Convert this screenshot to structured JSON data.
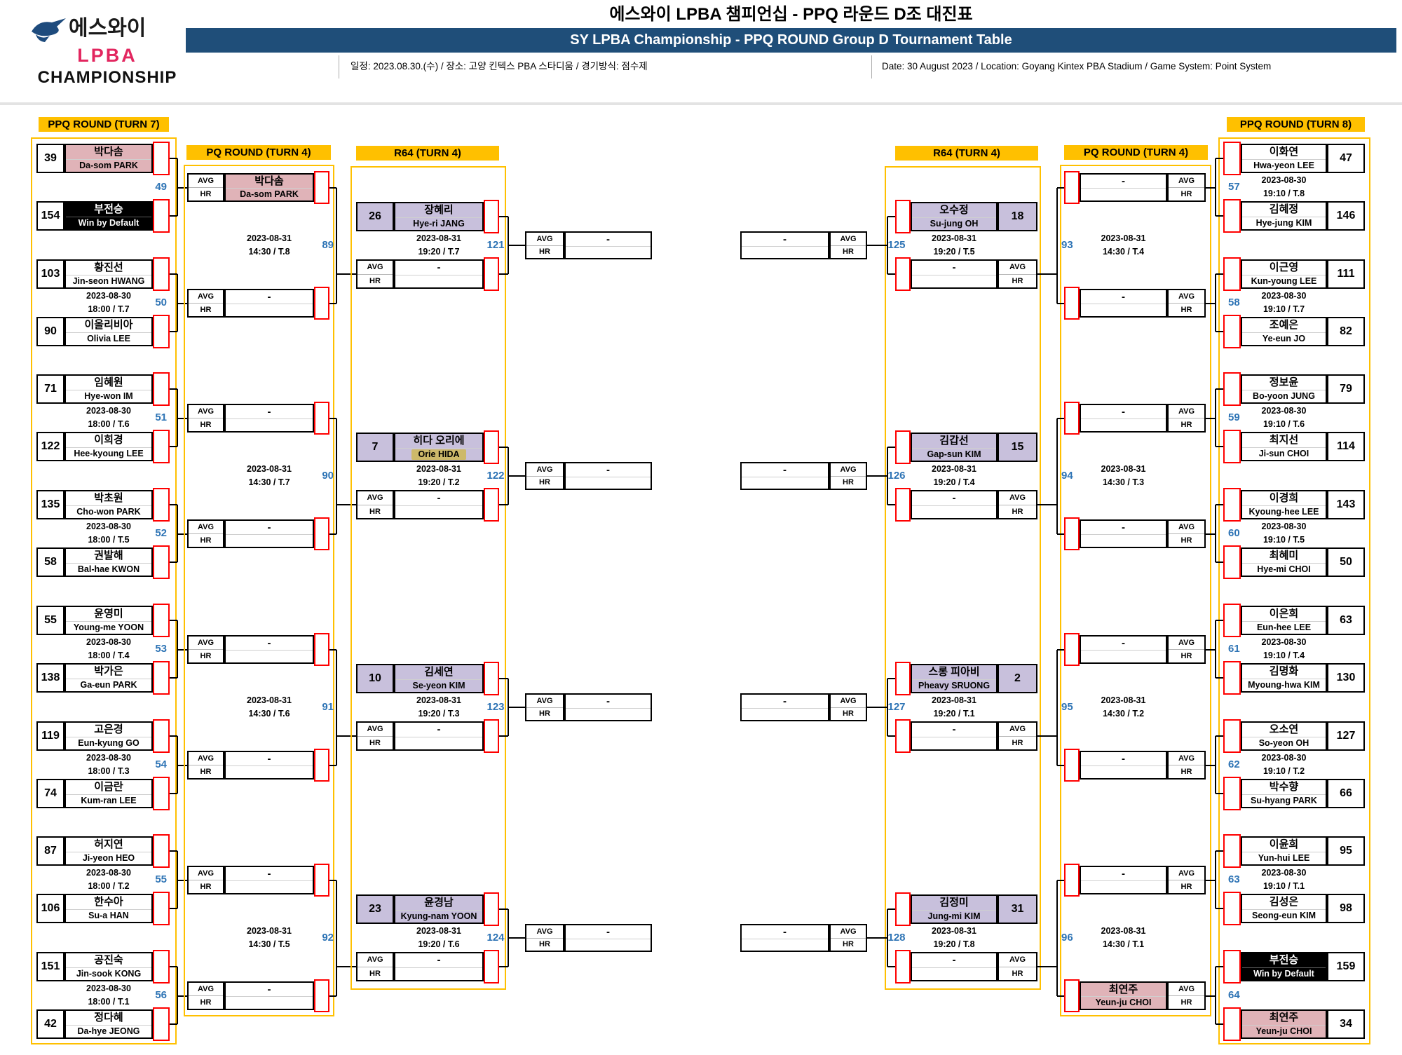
{
  "header": {
    "logo": {
      "line1": "에스와이",
      "line2": "LPBA",
      "line3": "CHAMPIONSHIP"
    },
    "title_kr": "에스와이 LPBA 챔피언십 - PPQ 라운드 D조 대진표",
    "title_en": "SY LPBA Championship - PPQ ROUND Group D Tournament Table",
    "info_kr": "일정: 2023.08.30.(수) / 장소: 고양 킨텍스 PBA 스타디움 / 경기방식: 점수제",
    "info_en": "Date: 30 August 2023 / Location: Goyang Kintex PBA Stadium / Game System: Point System"
  },
  "labels": {
    "avg": "AVG",
    "hr": "HR",
    "dash": "-"
  },
  "colors": {
    "accent_orange": "#FFC000",
    "header_bar_blue": "#1F4E79",
    "match_number_blue": "#2E74B5",
    "advanced_pink": "#e0b3b8",
    "seed_purple": "#c8c0dc",
    "highlight_tan": "#cdb96a",
    "score_box_red": "#FF0000",
    "lpba_crimson": "#e2265f"
  },
  "columns": {
    "ppq_left": {
      "title": "PPQ ROUND (TURN 7)",
      "matches": [
        {
          "no": "49",
          "date": "",
          "time": "",
          "p1": {
            "num": "39",
            "kr": "박다솜",
            "en": "Da-som PARK",
            "fill": "pink"
          },
          "p2": {
            "num": "154",
            "kr": "부전승",
            "en": "Win by Default",
            "fill": "black"
          }
        },
        {
          "no": "50",
          "date": "2023-08-30",
          "time": "18:00 / T.7",
          "p1": {
            "num": "103",
            "kr": "황진선",
            "en": "Jin-seon HWANG"
          },
          "p2": {
            "num": "90",
            "kr": "이올리비아",
            "en": "Olivia LEE"
          }
        },
        {
          "no": "51",
          "date": "2023-08-30",
          "time": "18:00 / T.6",
          "p1": {
            "num": "71",
            "kr": "임혜원",
            "en": "Hye-won IM"
          },
          "p2": {
            "num": "122",
            "kr": "이희경",
            "en": "Hee-kyoung LEE"
          }
        },
        {
          "no": "52",
          "date": "2023-08-30",
          "time": "18:00 / T.5",
          "p1": {
            "num": "135",
            "kr": "박초원",
            "en": "Cho-won PARK"
          },
          "p2": {
            "num": "58",
            "kr": "권발해",
            "en": "Bal-hae KWON"
          }
        },
        {
          "no": "53",
          "date": "2023-08-30",
          "time": "18:00 / T.4",
          "p1": {
            "num": "55",
            "kr": "윤영미",
            "en": "Young-me YOON"
          },
          "p2": {
            "num": "138",
            "kr": "박가은",
            "en": "Ga-eun PARK"
          }
        },
        {
          "no": "54",
          "date": "2023-08-30",
          "time": "18:00 / T.3",
          "p1": {
            "num": "119",
            "kr": "고은경",
            "en": "Eun-kyung GO"
          },
          "p2": {
            "num": "74",
            "kr": "이금란",
            "en": "Kum-ran LEE"
          }
        },
        {
          "no": "55",
          "date": "2023-08-30",
          "time": "18:00 / T.2",
          "p1": {
            "num": "87",
            "kr": "허지연",
            "en": "Ji-yeon HEO"
          },
          "p2": {
            "num": "106",
            "kr": "한수아",
            "en": "Su-a HAN"
          }
        },
        {
          "no": "56",
          "date": "2023-08-30",
          "time": "18:00 / T.1",
          "p1": {
            "num": "151",
            "kr": "공진숙",
            "en": "Jin-sook KONG"
          },
          "p2": {
            "num": "42",
            "kr": "정다혜",
            "en": "Da-hye JEONG"
          }
        }
      ]
    },
    "pq_left": {
      "title": "PQ ROUND (TURN 4)",
      "matches": [
        {
          "no": "89",
          "date": "2023-08-31",
          "time": "14:30 / T.8",
          "e1": {
            "kr": "박다솜",
            "en": "Da-som PARK",
            "fill": "pink"
          },
          "e2": {}
        },
        {
          "no": "90",
          "date": "2023-08-31",
          "time": "14:30 / T.7",
          "e1": {},
          "e2": {}
        },
        {
          "no": "91",
          "date": "2023-08-31",
          "time": "14:30 / T.6",
          "e1": {},
          "e2": {}
        },
        {
          "no": "92",
          "date": "2023-08-31",
          "time": "14:30 / T.5",
          "e1": {},
          "e2": {}
        }
      ]
    },
    "r64_left": {
      "title": "R64 (TURN 4)",
      "matches": [
        {
          "no": "121",
          "date": "2023-08-31",
          "time": "19:20 / T.7",
          "seed": "26",
          "kr": "장혜리",
          "en": "Hye-ri JANG"
        },
        {
          "no": "122",
          "date": "2023-08-31",
          "time": "19:20 / T.2",
          "seed": "7",
          "kr": "히다 오리에",
          "en": "Orie HIDA",
          "hl": true
        },
        {
          "no": "123",
          "date": "2023-08-31",
          "time": "19:20 / T.3",
          "seed": "10",
          "kr": "김세연",
          "en": "Se-yeon KIM"
        },
        {
          "no": "124",
          "date": "2023-08-31",
          "time": "19:20 / T.6",
          "seed": "23",
          "kr": "윤경남",
          "en": "Kyung-nam YOON"
        }
      ]
    },
    "r64_right": {
      "title": "R64 (TURN 4)",
      "matches": [
        {
          "no": "125",
          "date": "2023-08-31",
          "time": "19:20 / T.5",
          "seed": "18",
          "kr": "오수정",
          "en": "Su-jung OH"
        },
        {
          "no": "126",
          "date": "2023-08-31",
          "time": "19:20 / T.4",
          "seed": "15",
          "kr": "김갑선",
          "en": "Gap-sun KIM"
        },
        {
          "no": "127",
          "date": "2023-08-31",
          "time": "19:20 / T.1",
          "seed": "2",
          "kr": "스롱 피아비",
          "en": "Pheavy SRUONG"
        },
        {
          "no": "128",
          "date": "2023-08-31",
          "time": "19:20 / T.8",
          "seed": "31",
          "kr": "김정미",
          "en": "Jung-mi KIM"
        }
      ]
    },
    "pq_right": {
      "title": "PQ ROUND (TURN 4)",
      "matches": [
        {
          "no": "93",
          "date": "2023-08-31",
          "time": "14:30 / T.4",
          "e1": {},
          "e2": {}
        },
        {
          "no": "94",
          "date": "2023-08-31",
          "time": "14:30 / T.3",
          "e1": {},
          "e2": {}
        },
        {
          "no": "95",
          "date": "2023-08-31",
          "time": "14:30 / T.2",
          "e1": {},
          "e2": {}
        },
        {
          "no": "96",
          "date": "2023-08-31",
          "time": "14:30 / T.1",
          "e1": {},
          "e2": {
            "kr": "최연주",
            "en": "Yeun-ju CHOI",
            "fill": "pink"
          }
        }
      ]
    },
    "ppq_right": {
      "title": "PPQ ROUND (TURN 8)",
      "matches": [
        {
          "no": "57",
          "date": "2023-08-30",
          "time": "19:10 / T.8",
          "p1": {
            "num": "47",
            "kr": "이화연",
            "en": "Hwa-yeon LEE"
          },
          "p2": {
            "num": "146",
            "kr": "김혜정",
            "en": "Hye-jung KIM"
          }
        },
        {
          "no": "58",
          "date": "2023-08-30",
          "time": "19:10 / T.7",
          "p1": {
            "num": "111",
            "kr": "이근영",
            "en": "Kun-young LEE"
          },
          "p2": {
            "num": "82",
            "kr": "조예은",
            "en": "Ye-eun JO"
          }
        },
        {
          "no": "59",
          "date": "2023-08-30",
          "time": "19:10 / T.6",
          "p1": {
            "num": "79",
            "kr": "정보윤",
            "en": "Bo-yoon JUNG"
          },
          "p2": {
            "num": "114",
            "kr": "최지선",
            "en": "Ji-sun CHOI"
          }
        },
        {
          "no": "60",
          "date": "2023-08-30",
          "time": "19:10 / T.5",
          "p1": {
            "num": "143",
            "kr": "이경희",
            "en": "Kyoung-hee LEE"
          },
          "p2": {
            "num": "50",
            "kr": "최혜미",
            "en": "Hye-mi CHOI"
          }
        },
        {
          "no": "61",
          "date": "2023-08-30",
          "time": "19:10 / T.4",
          "p1": {
            "num": "63",
            "kr": "이은희",
            "en": "Eun-hee LEE"
          },
          "p2": {
            "num": "130",
            "kr": "김명화",
            "en": "Myoung-hwa KIM"
          }
        },
        {
          "no": "62",
          "date": "2023-08-30",
          "time": "19:10 / T.2",
          "p1": {
            "num": "127",
            "kr": "오소연",
            "en": "So-yeon OH"
          },
          "p2": {
            "num": "66",
            "kr": "박수향",
            "en": "Su-hyang PARK"
          }
        },
        {
          "no": "63",
          "date": "2023-08-30",
          "time": "19:10 / T.1",
          "p1": {
            "num": "95",
            "kr": "이윤희",
            "en": "Yun-hui LEE"
          },
          "p2": {
            "num": "98",
            "kr": "김성은",
            "en": "Seong-eun KIM"
          }
        },
        {
          "no": "64",
          "date": "",
          "time": "",
          "p1": {
            "num": "159",
            "kr": "부전승",
            "en": "Win by Default",
            "fill": "black"
          },
          "p2": {
            "num": "34",
            "kr": "최연주",
            "en": "Yeun-ju CHOI",
            "fill": "pink"
          }
        }
      ]
    }
  }
}
